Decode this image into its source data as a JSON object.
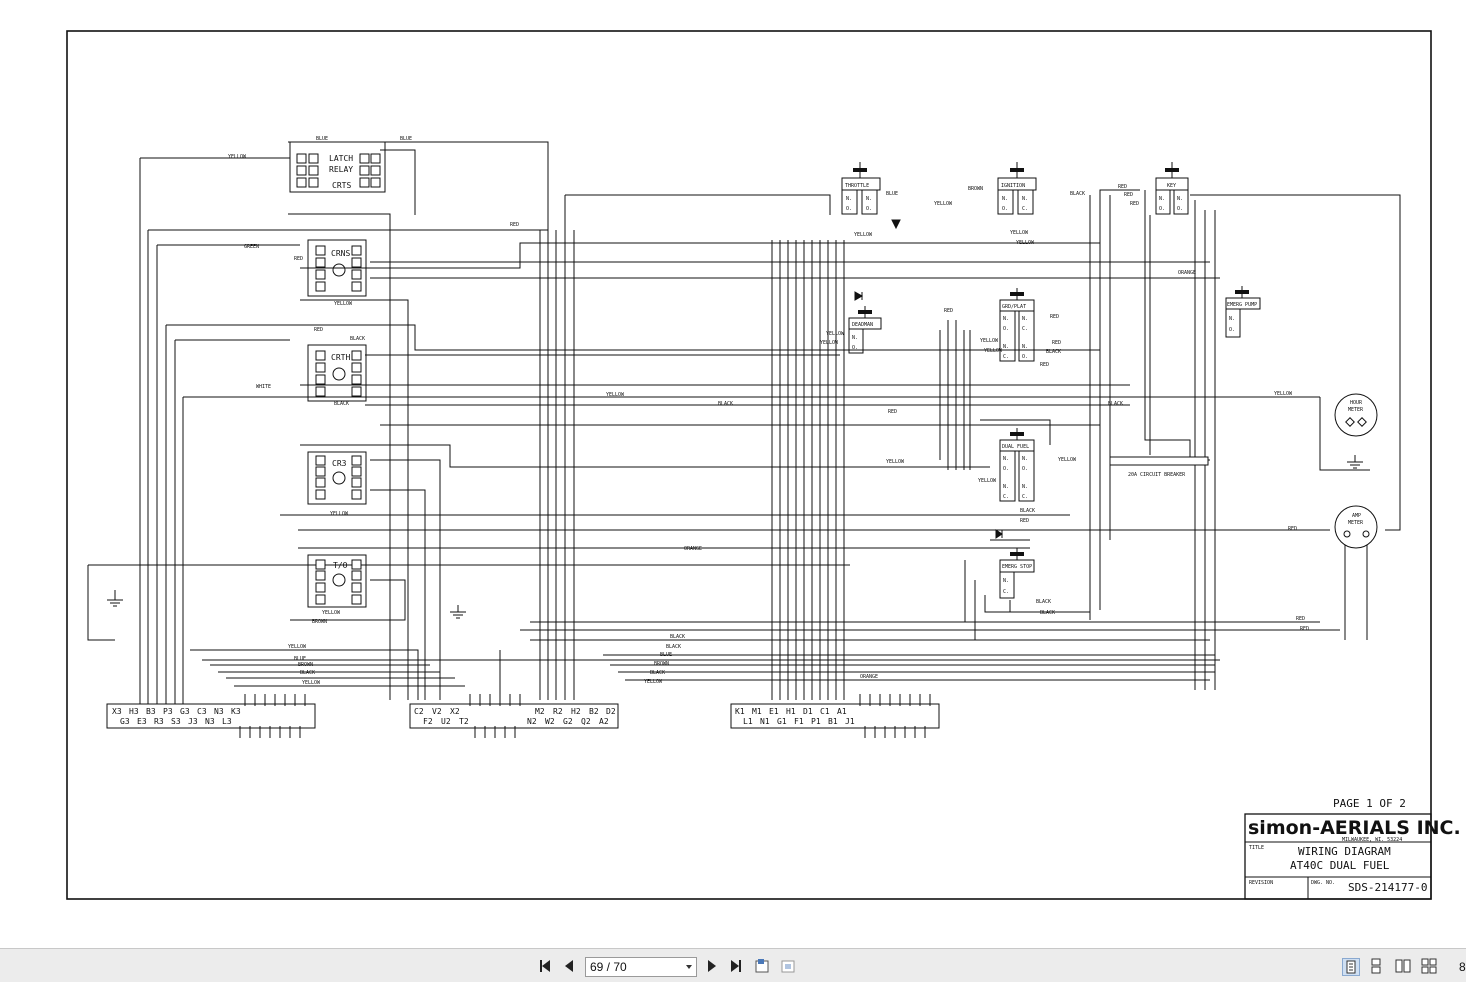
{
  "diagram": {
    "title_block": {
      "page_label": "PAGE 1 OF 2",
      "company": "simon-AERIALS INC.",
      "address": "MILWAUKEE, WI. 53224",
      "title_label": "TITLE",
      "title_line1": "WIRING DIAGRAM",
      "title_line2": "AT40C    DUAL FUEL",
      "revision_label": "REVISION",
      "dwg_no_label": "DWG. NO.",
      "dwg_no": "SDS-214177-0"
    },
    "components": {
      "latch_relay": [
        "LATCH",
        "RELAY",
        "CRTS"
      ],
      "crns": "CRNS",
      "crth": "CRTH",
      "cr3": "CR3",
      "to": "T/O",
      "throttle": "THROTTLE",
      "ignition": "IGNITION",
      "key": "KEY",
      "deadman": "DEADMAN",
      "grd_plat": "GRD/PLAT",
      "emerg_pump": "EMERG PUMP",
      "dual_fuel": "DUAL FUEL",
      "emerg_stop": "EMERG STOP",
      "hour_meter": [
        "HOUR",
        "METER"
      ],
      "amp_meter": [
        "AMP",
        "METER"
      ],
      "breaker": "20A CIRCUIT BREAKER"
    },
    "wire_colors": {
      "yellow": "YELLOW",
      "blue": "BLUE",
      "green": "GREEN",
      "red": "RED",
      "black": "BLACK",
      "white": "WHITE",
      "orange": "ORANGE",
      "brown": "BROWN"
    },
    "terminal_strips": {
      "strip1_top": [
        "X3",
        "H3",
        "B3",
        "P3",
        "G3",
        "C3",
        "N3",
        "K3"
      ],
      "strip1_bottom": [
        "G3",
        "E3",
        "R3",
        "S3",
        "J3",
        "N3",
        "L3"
      ],
      "strip2_top": [
        "C2",
        "V2",
        "X2",
        "M2",
        "R2",
        "H2",
        "B2",
        "D2"
      ],
      "strip2_bottom": [
        "F2",
        "U2",
        "T2",
        "N2",
        "W2",
        "G2",
        "Q2",
        "A2"
      ],
      "strip3_top": [
        "K1",
        "M1",
        "E1",
        "H1",
        "D1",
        "C1",
        "A1"
      ],
      "strip3_bottom": [
        "L1",
        "N1",
        "G1",
        "F1",
        "P1",
        "B1",
        "J1"
      ]
    },
    "contacts": {
      "no": "N.",
      "no2": "O.",
      "nc": "N.",
      "nc2": "C."
    }
  },
  "viewer": {
    "page_indicator": "69 / 70",
    "zoom_partial": "8"
  }
}
